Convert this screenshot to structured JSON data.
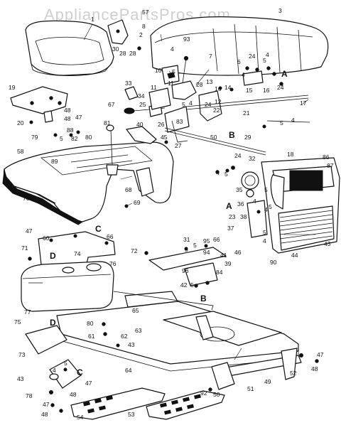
{
  "watermark": "AppliancePartsPros.com",
  "callouts": {
    "A": "A",
    "B": "B",
    "C": "C",
    "D": "D"
  },
  "labels": {
    "l1": "1",
    "l2": "2",
    "l3": "3",
    "l4": "4",
    "l5": "5",
    "l6": "6",
    "l7": "7",
    "l8": "8",
    "l10": "10",
    "l11": "11",
    "l12": "12",
    "l13": "13",
    "l14": "14",
    "l15": "15",
    "l16": "16",
    "l17": "17",
    "l18": "18",
    "l19": "19",
    "l20": "20",
    "l21": "21",
    "l22": "22",
    "l23": "23",
    "l24": "24",
    "l25": "25",
    "l26": "26",
    "l27": "27",
    "l28": "28",
    "l29": "29",
    "l30": "30",
    "l31": "31",
    "l32": "32",
    "l33": "33",
    "l34": "34",
    "l35": "35",
    "l36": "36",
    "l37": "37",
    "l38": "38",
    "l39": "39",
    "l40": "40",
    "l41": "41",
    "l42": "42",
    "l43": "43",
    "l44": "44",
    "l45": "45",
    "l46": "46",
    "l47": "47",
    "l48": "48",
    "l49": "49",
    "l50": "50",
    "l51": "51",
    "l52": "52",
    "l53": "53",
    "l54": "54",
    "l57": "57",
    "l58": "58",
    "l60": "60",
    "l61": "61",
    "l62": "62",
    "l63": "63",
    "l64": "64",
    "l65": "65",
    "l66": "66",
    "l67": "67",
    "l68": "68",
    "l69": "69",
    "l70": "70",
    "l71": "71",
    "l72": "72",
    "l73": "73",
    "l74": "74",
    "l75": "75",
    "l76": "76",
    "l77": "77",
    "l78": "78",
    "l79": "79",
    "l80": "80",
    "l81": "81",
    "l82": "82",
    "l83": "83",
    "l84": "84",
    "l86": "86",
    "l87": "87",
    "l88": "88",
    "l89": "89",
    "l90": "90",
    "l92": "92",
    "l93": "93",
    "l94": "94",
    "l95": "95",
    "l96": "96"
  }
}
